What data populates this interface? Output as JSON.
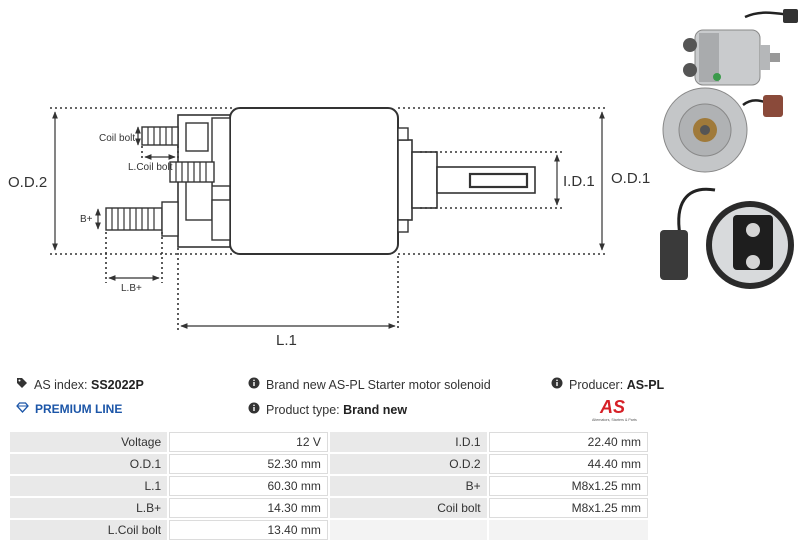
{
  "drawing": {
    "labels": {
      "od2": "O.D.2",
      "od1": "O.D.1",
      "id1": "I.D.1",
      "l1": "L.1",
      "coil_bolt": "Coil bolt",
      "l_coil_bolt": "L.Coil bolt",
      "b_plus": "B+",
      "l_b_plus": "L.B+"
    }
  },
  "info": {
    "as_index_label": "AS index:",
    "as_index_value": "SS2022P",
    "premium_line": "PREMIUM LINE",
    "description": "Brand new AS-PL Starter motor solenoid",
    "product_type_label": "Product type:",
    "product_type_value": "Brand new",
    "producer_label": "Producer:",
    "producer_value": "AS-PL",
    "logo_text": "AS",
    "logo_sub": "Alternators, Starters & Parts"
  },
  "specs": {
    "rows": [
      {
        "l1": "Voltage",
        "v1": "12 V",
        "l2": "I.D.1",
        "v2": "22.40 mm"
      },
      {
        "l1": "O.D.1",
        "v1": "52.30 mm",
        "l2": "O.D.2",
        "v2": "44.40 mm"
      },
      {
        "l1": "L.1",
        "v1": "60.30 mm",
        "l2": "B+",
        "v2": "M8x1.25 mm"
      },
      {
        "l1": "L.B+",
        "v1": "14.30 mm",
        "l2": "Coil bolt",
        "v2": "M8x1.25 mm"
      },
      {
        "l1": "L.Coil bolt",
        "v1": "13.40 mm",
        "l2": "",
        "v2": ""
      }
    ]
  },
  "colors": {
    "accent_blue": "#1c56a8",
    "logo_red": "#d62027",
    "drawing_line": "#333333"
  }
}
